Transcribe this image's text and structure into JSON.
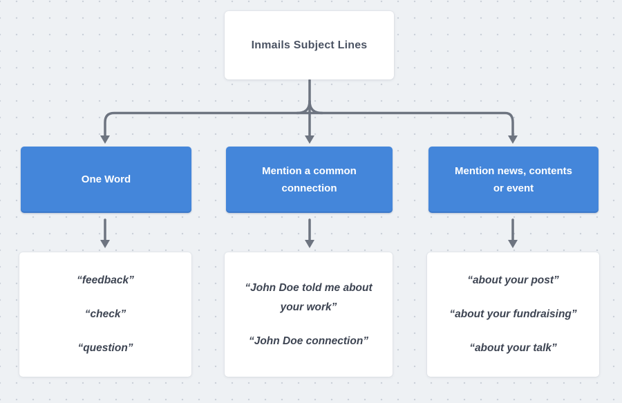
{
  "canvas": {
    "background_color": "#eef1f4",
    "dot_grid_color": "#cbd1d9",
    "node_blue": "#4486da",
    "connector_color": "#6d7480",
    "root_text_color": "#4b5363",
    "example_text_color": "#3d4452"
  },
  "diagram": {
    "root": {
      "label": "Inmails Subject Lines"
    },
    "branches": [
      {
        "label": "One Word",
        "examples": [
          "“feedback”",
          "“check”",
          "“question”"
        ]
      },
      {
        "label": "Mention a common connection",
        "examples": [
          "“John Doe told me about your work”",
          "“John Doe connection”"
        ]
      },
      {
        "label": "Mention news, contents or event",
        "examples": [
          "“about your post”",
          "“about your fundraising”",
          "“about your talk”"
        ]
      }
    ]
  }
}
